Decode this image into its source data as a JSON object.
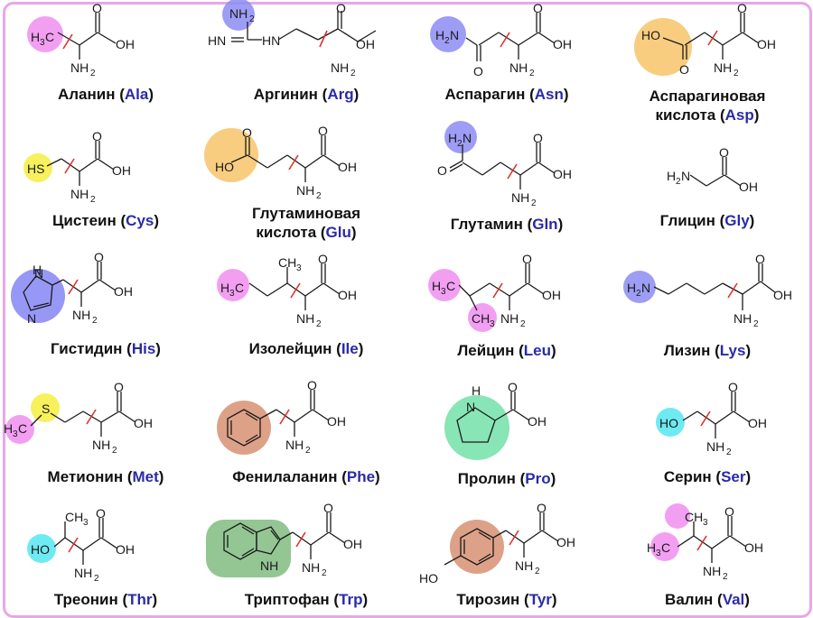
{
  "colors": {
    "frame": "#e9a6e9",
    "code": "#2a2aa8",
    "cut_line": "#e0302a",
    "hydrophobic": "#f08ef0",
    "basic": "#8c8cf5",
    "acidic": "#f7c46a",
    "thiol": "#f5f04a",
    "hydroxyl": "#5ee8f2",
    "aromatic": "#d48a6a",
    "indole": "#6fb36f",
    "proline": "#73e0a8"
  },
  "amino_acids": [
    {
      "name": "Аланин",
      "code": "Ala"
    },
    {
      "name": "Аргинин",
      "code": "Arg"
    },
    {
      "name": "Аспарагин",
      "code": "Asn"
    },
    {
      "name": "Аспарагиновая\nкислота",
      "code": "Asp"
    },
    {
      "name": "Цистеин",
      "code": "Cys"
    },
    {
      "name": "Глутаминовая\nкислота",
      "code": "Glu"
    },
    {
      "name": "Глутамин",
      "code": "Gln"
    },
    {
      "name": "Глицин",
      "code": "Gly"
    },
    {
      "name": "Гистидин",
      "code": "His"
    },
    {
      "name": "Изолейцин",
      "code": "Ile"
    },
    {
      "name": "Лейцин",
      "code": "Leu"
    },
    {
      "name": "Лизин",
      "code": "Lys"
    },
    {
      "name": "Метионин",
      "code": "Met"
    },
    {
      "name": "Фенилаланин",
      "code": "Phe"
    },
    {
      "name": "Пролин",
      "code": "Pro"
    },
    {
      "name": "Серин",
      "code": "Ser"
    },
    {
      "name": "Треонин",
      "code": "Thr"
    },
    {
      "name": "Триптофан",
      "code": "Trp"
    },
    {
      "name": "Тирозин",
      "code": "Tyr"
    },
    {
      "name": "Валин",
      "code": "Val"
    }
  ],
  "atoms": {
    "o": "O",
    "oh": "OH",
    "nh2": "NH",
    "h2n": "H",
    "h3c": "H",
    "ch3": "CH",
    "sub2": "2",
    "sub3": "3",
    "sh": "HS",
    "s": "S",
    "ho": "HO",
    "hn": "HN",
    "h": "H",
    "n": "N",
    "nh": "NH"
  }
}
